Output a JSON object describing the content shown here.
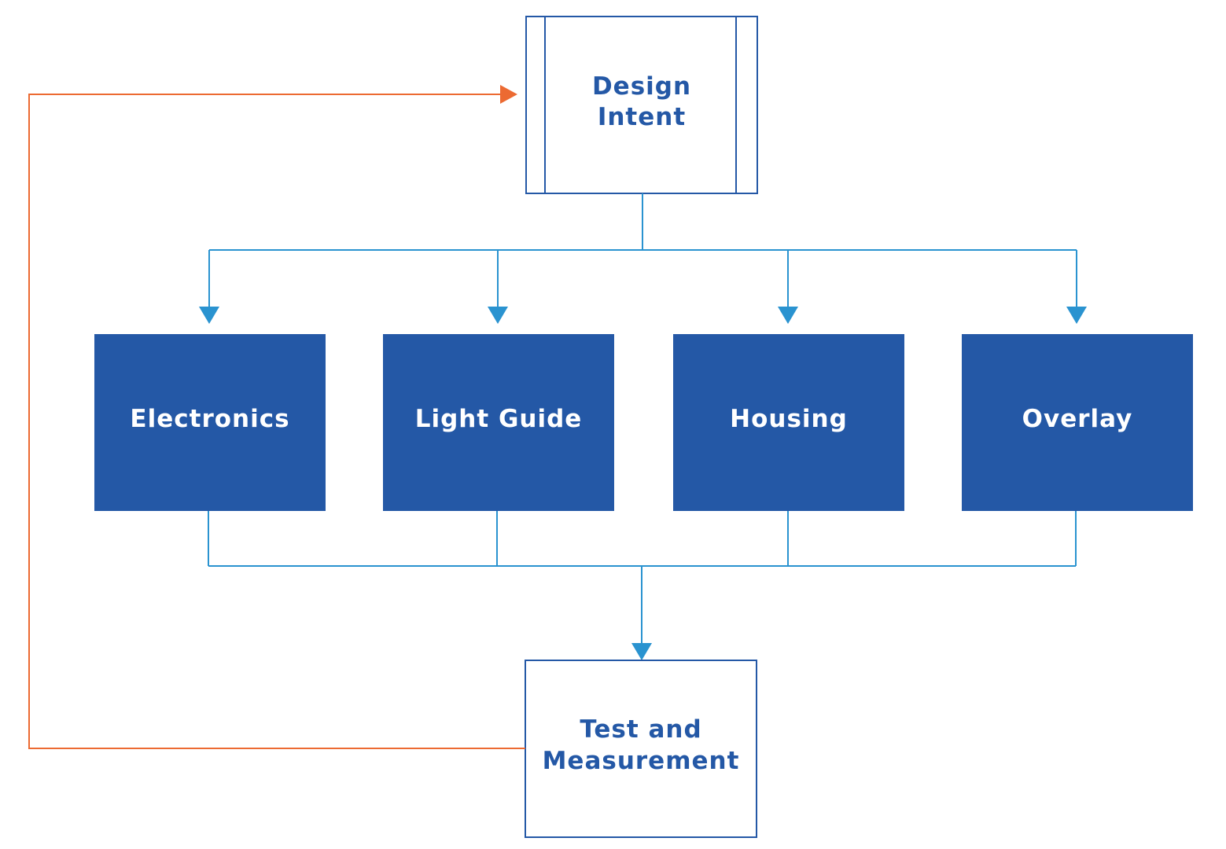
{
  "diagram": {
    "colors": {
      "outline_blue": "#2458a6",
      "fill_blue": "#2458a6",
      "connector_blue": "#2a93d0",
      "feedback_orange": "#ec6a32",
      "text_dark": "#2458a6",
      "text_light": "#ffffff"
    },
    "design_intent": {
      "line1": "Design",
      "line2": "Intent"
    },
    "components": {
      "electronics": "Electronics",
      "light_guide": "Light Guide",
      "housing": "Housing",
      "overlay": "Overlay"
    },
    "test_measurement": {
      "line1": "Test and",
      "line2": "Measurement"
    }
  }
}
